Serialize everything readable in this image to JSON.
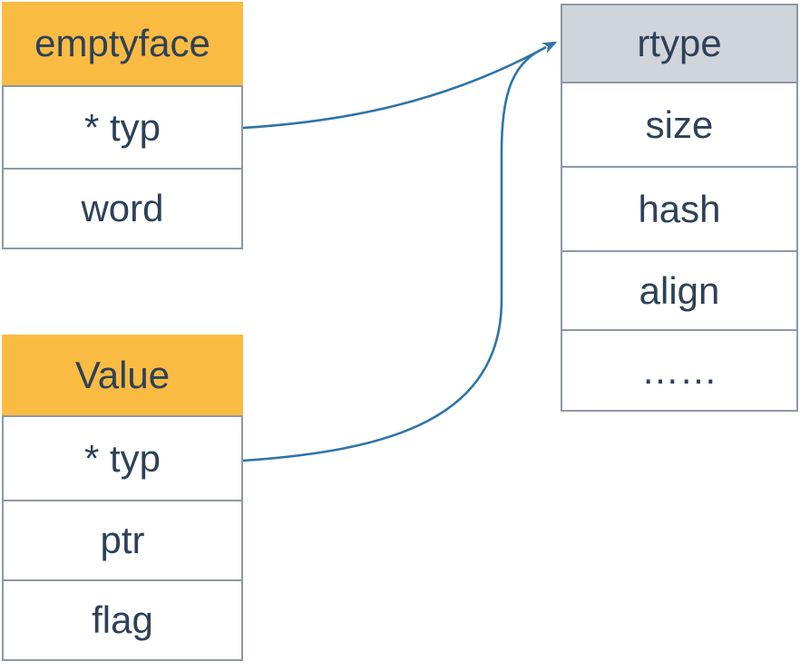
{
  "diagram": {
    "title": "go-interface-type-structs",
    "structs": [
      {
        "id": "emptyface",
        "title": "emptyface",
        "header_style": "orange",
        "rows": [
          "* typ",
          "word"
        ]
      },
      {
        "id": "value",
        "title": "Value",
        "header_style": "orange",
        "rows": [
          "* typ",
          "ptr",
          "flag"
        ]
      },
      {
        "id": "rtype",
        "title": "rtype",
        "header_style": "gray",
        "rows": [
          "size",
          "hash",
          "align",
          "……"
        ]
      }
    ],
    "arrows": [
      {
        "from": "emptyface.* typ",
        "to": "rtype.header"
      },
      {
        "from": "Value.* typ",
        "to": "rtype.header"
      }
    ],
    "colors": {
      "header_orange": "#FABB43",
      "header_gray": "#D0D4DB",
      "border": "#8E98A4",
      "text": "#2E4157",
      "arrow": "#2E74A8",
      "background": "#FFFFFF"
    }
  }
}
